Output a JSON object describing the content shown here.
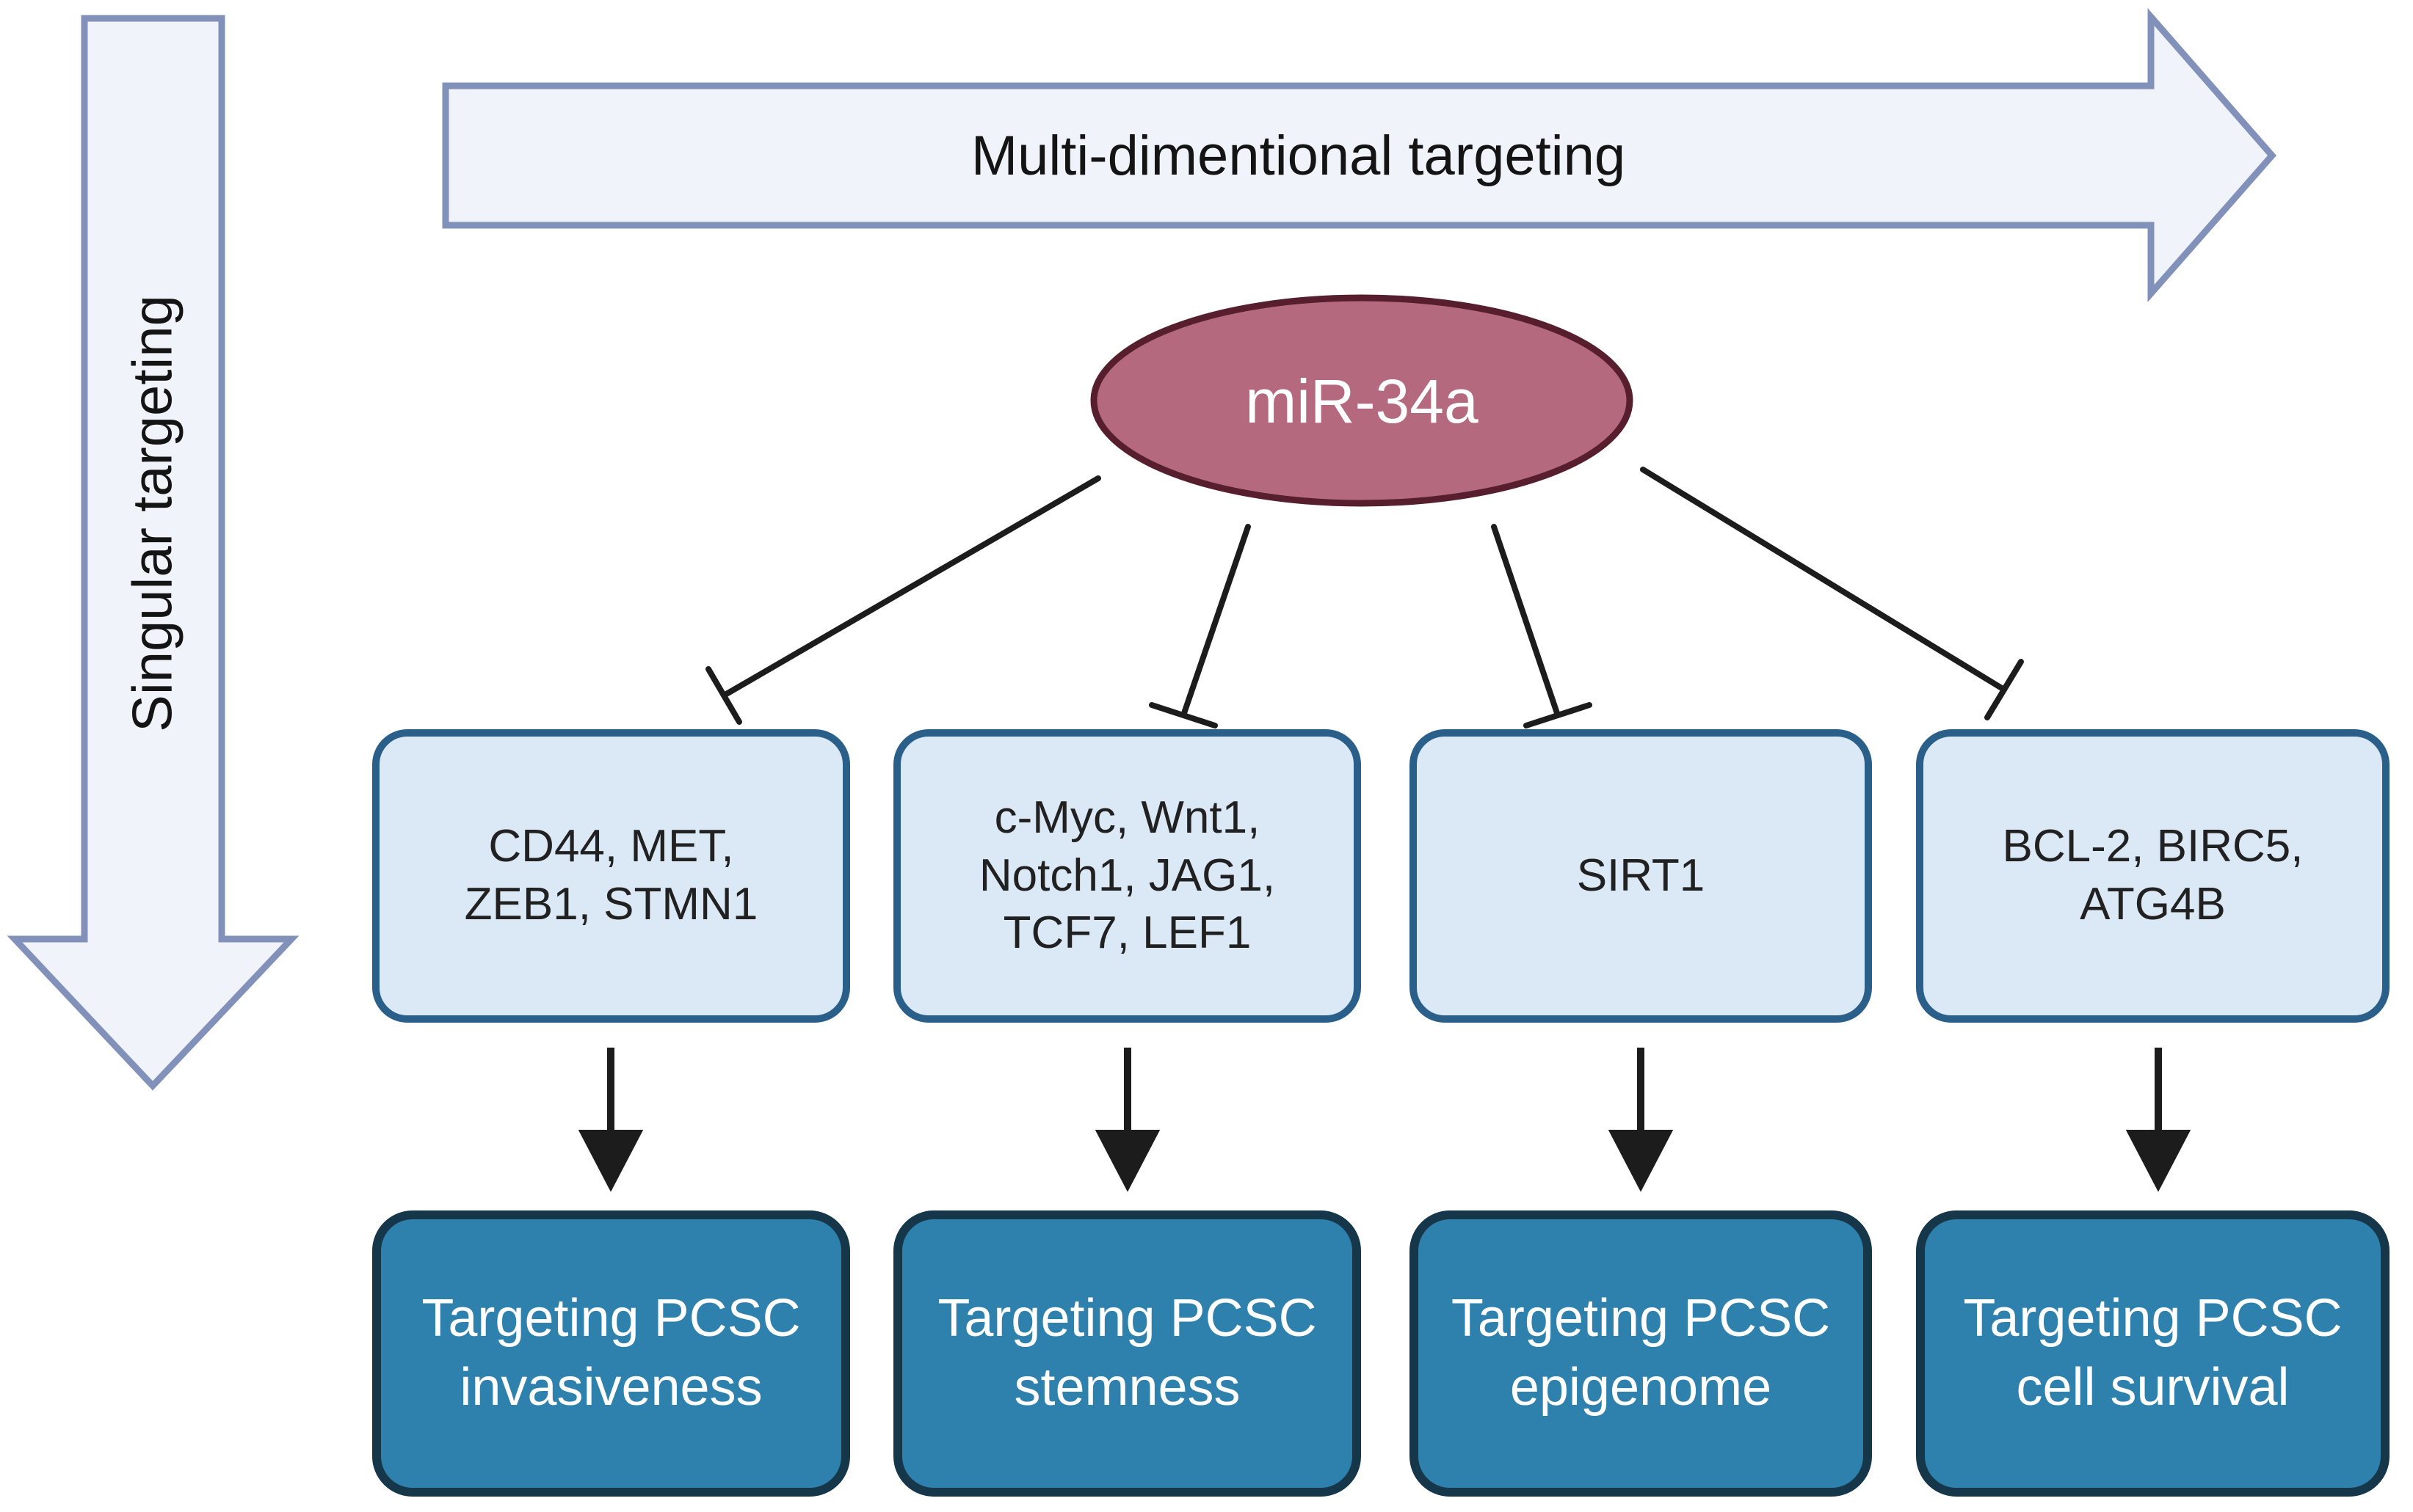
{
  "figure": {
    "horizontal_arrow_label": "Multi-dimentional targeting",
    "vertical_arrow_label": "Singular targeting",
    "hub_label": "miR-34a",
    "columns": [
      {
        "targets": "CD44, MET,\nZEB1, STMN1",
        "outcome": "Targeting PCSC\ninvasiveness"
      },
      {
        "targets": "c-Myc, Wnt1,\nNotch1, JAG1,\nTCF7, LEF1",
        "outcome": "Targeting PCSC\nstemness"
      },
      {
        "targets": "SIRT1",
        "outcome": "Targeting PCSC\nepigenome"
      },
      {
        "targets": "BCL-2, BIRC5,\nATG4B",
        "outcome": "Targeting PCSC\ncell survival"
      }
    ],
    "colors": {
      "hub_fill": "#b5697e",
      "hub_border": "#571f2e",
      "target_box_fill": "#dbe8f6",
      "target_box_border": "#2a5f8a",
      "outcome_box_fill": "#2e81ac",
      "outcome_box_border": "#16374a",
      "big_arrow_fill": "#f0f3fa",
      "big_arrow_border": "#8191ba",
      "connector_color": "#1c1c1c"
    }
  }
}
